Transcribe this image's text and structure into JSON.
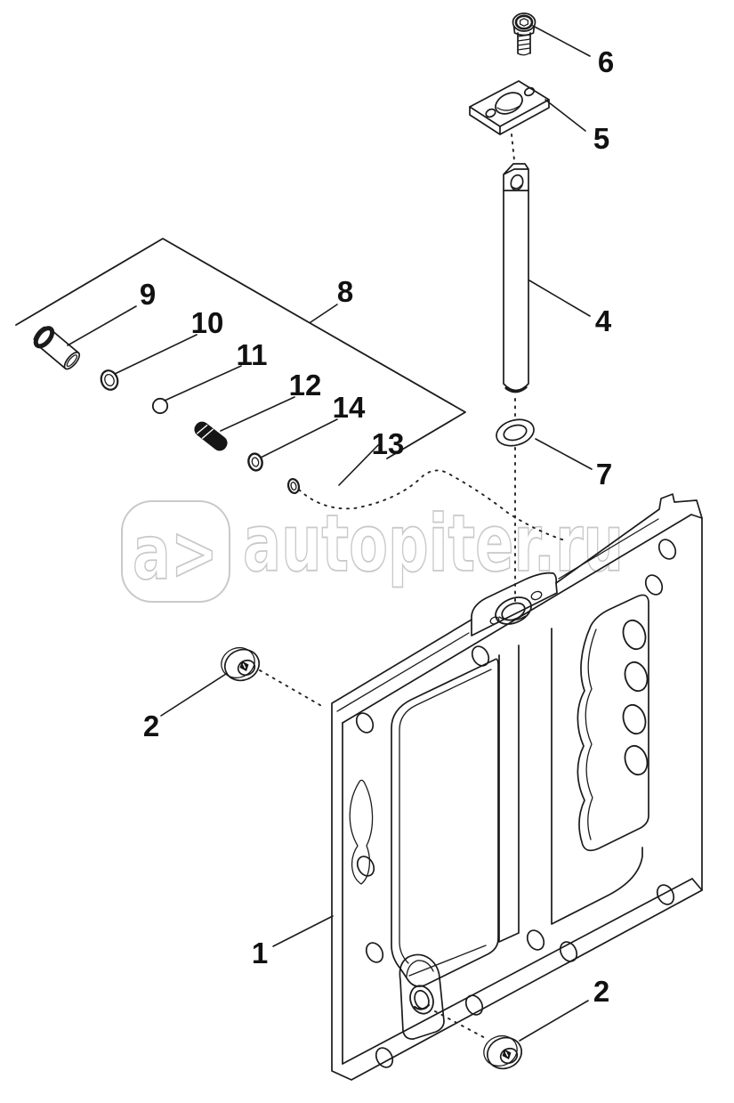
{
  "diagram": {
    "kind": "exploded-parts-diagram",
    "callouts": [
      {
        "id": "cover-plate",
        "label": "1"
      },
      {
        "id": "plug-top",
        "label": "2"
      },
      {
        "id": "plug-bottom",
        "label": "2"
      },
      {
        "id": "shift-rod",
        "label": "4"
      },
      {
        "id": "retainer-plate",
        "label": "5"
      },
      {
        "id": "cap-screw",
        "label": "6"
      },
      {
        "id": "o-ring-large",
        "label": "7"
      },
      {
        "id": "detent-group-line",
        "label": "8"
      },
      {
        "id": "pin",
        "label": "9"
      },
      {
        "id": "washer",
        "label": "10"
      },
      {
        "id": "ball",
        "label": "11"
      },
      {
        "id": "spring",
        "label": "12"
      },
      {
        "id": "o-ring-small",
        "label": "13"
      },
      {
        "id": "seal-ring",
        "label": "14"
      }
    ]
  },
  "watermark": {
    "logo": "a>",
    "text": "autopiter.ru",
    "color": "#c9c9c9"
  },
  "colors": {
    "background": "#ffffff",
    "line": "#1b1b1b",
    "label": "#111111"
  }
}
